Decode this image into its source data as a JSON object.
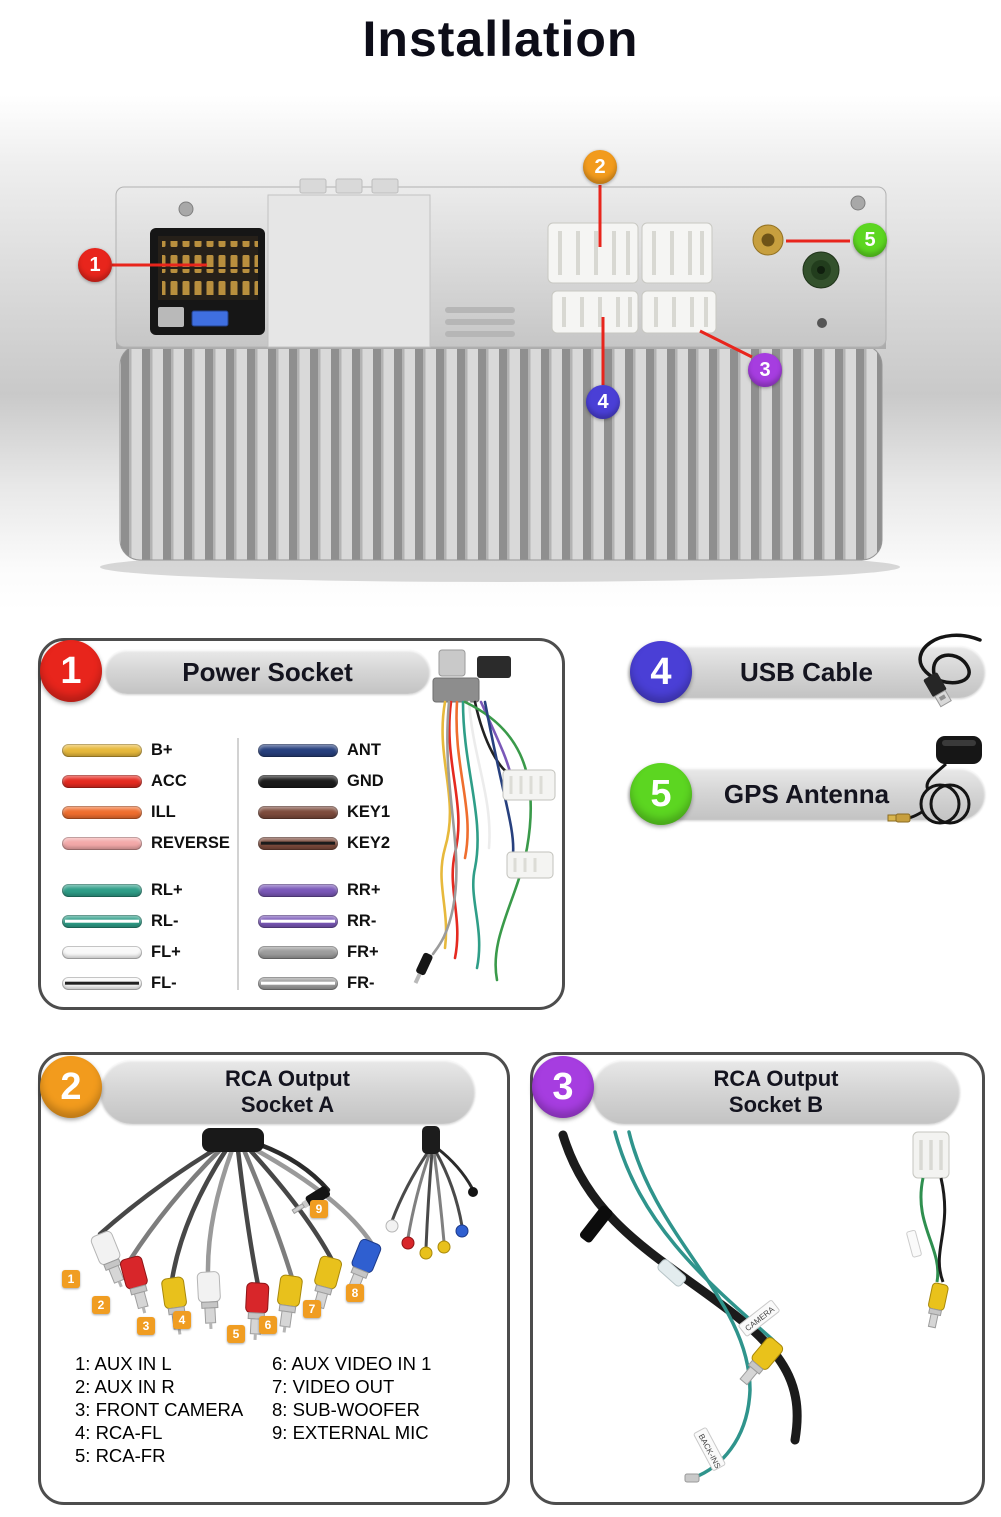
{
  "title": "Installation",
  "photo": {
    "callouts": [
      {
        "num": "1",
        "color": "#e8251c"
      },
      {
        "num": "2",
        "color": "#f29b1d"
      },
      {
        "num": "3",
        "color": "#a63de0"
      },
      {
        "num": "4",
        "color": "#4a3fd6"
      },
      {
        "num": "5",
        "color": "#5cd621"
      }
    ]
  },
  "power": {
    "num": "1",
    "title": "Power Socket",
    "badge_color": "#e8251c",
    "wires_left": [
      {
        "label": "B+",
        "color": "#e7b93c"
      },
      {
        "label": "ACC",
        "color": "#e52a20"
      },
      {
        "label": "ILL",
        "color": "#ef6e2e"
      },
      {
        "label": "REVERSE",
        "color": "#f3a8a8"
      },
      {
        "label": "RL+",
        "color": "#2f9e88"
      },
      {
        "label": "RL-",
        "color": "#2f9e88",
        "stripe": "#ffffff"
      },
      {
        "label": "FL+",
        "color": "#f8f8f8"
      },
      {
        "label": "FL-",
        "color": "#f8f8f8",
        "stripe": "#222222"
      }
    ],
    "wires_right": [
      {
        "label": "ANT",
        "color": "#27407e"
      },
      {
        "label": "GND",
        "color": "#1c1c1c"
      },
      {
        "label": "KEY1",
        "color": "#7d4b3c"
      },
      {
        "label": "KEY2",
        "color": "#7d4b3c",
        "stripe": "#1c1c1c"
      },
      {
        "label": "RR+",
        "color": "#7a58b8"
      },
      {
        "label": "RR-",
        "color": "#7a58b8",
        "stripe": "#ffffff"
      },
      {
        "label": "FR+",
        "color": "#9c9c9c"
      },
      {
        "label": "FR-",
        "color": "#9c9c9c",
        "stripe": "#ffffff"
      }
    ]
  },
  "usb": {
    "num": "4",
    "title": "USB Cable",
    "badge_color": "#4a3fd6"
  },
  "gps": {
    "num": "5",
    "title": "GPS Antenna",
    "badge_color": "#5cd621"
  },
  "rca_a": {
    "num": "2",
    "title_line1": "RCA Output",
    "title_line2": "Socket A",
    "badge_color": "#f29b1d",
    "tag_color": "#f09d22",
    "tags": [
      "1",
      "2",
      "3",
      "4",
      "5",
      "6",
      "7",
      "8",
      "9"
    ],
    "legend_left": [
      "1: AUX IN L",
      "2: AUX IN R",
      "3: FRONT CAMERA",
      "4: RCA-FL",
      "5: RCA-FR"
    ],
    "legend_right": [
      "6: AUX VIDEO IN 1",
      "7: VIDEO OUT",
      "8: SUB-WOOFER",
      "9: EXTERNAL MIC"
    ]
  },
  "rca_b": {
    "num": "3",
    "title_line1": "RCA Output",
    "title_line2": "Socket B",
    "badge_color": "#a63de0",
    "wire_tags": [
      "CAMERA",
      "BACK-INS"
    ]
  }
}
